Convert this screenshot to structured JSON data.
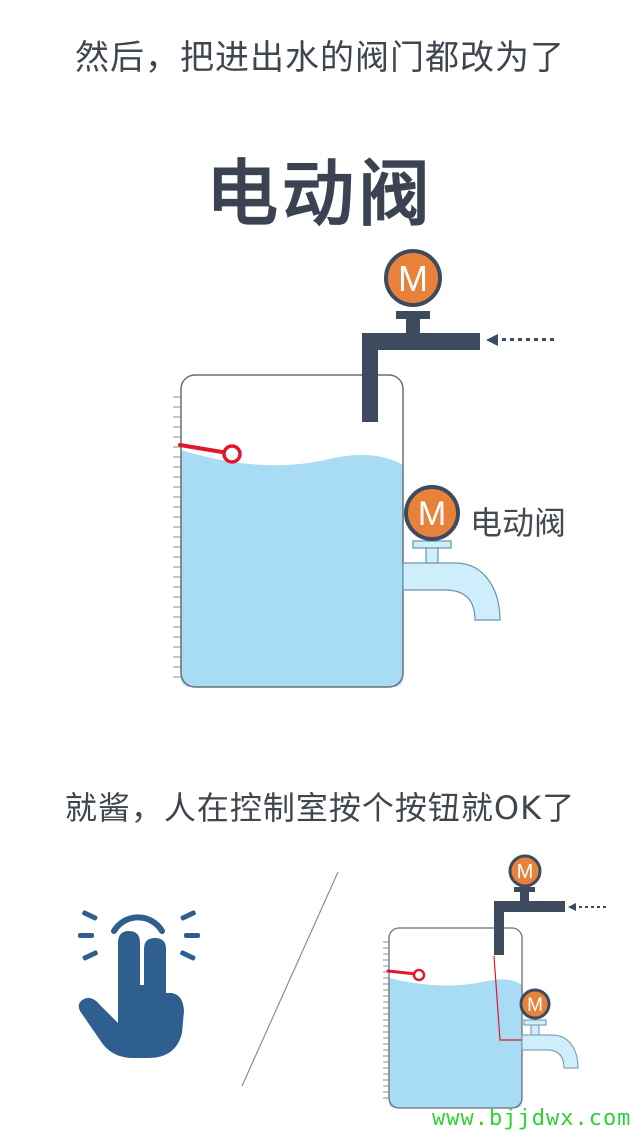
{
  "heading_top": "然后，把进出水的阀门都改为了",
  "big_title": "电动阀",
  "motor_letter": "M",
  "valve_label": "电动阀",
  "heading_bottom": "就酱，人在控制室按个按钮就OK了",
  "watermark": "www.bjjdwx.com",
  "icons": [
    "motor-valve-icon",
    "flow-arrow-icon",
    "tap-hand-icon",
    "float-sensor-icon"
  ],
  "colors": {
    "text": "#3f4650",
    "pipe": "#3d4b5f",
    "motor": "#e8823a",
    "water": "#a8dcf5",
    "outlet": "#cfeefb",
    "float": "#e0192a",
    "hand": "#2f5f8f",
    "watermark": "#2fd13a"
  }
}
